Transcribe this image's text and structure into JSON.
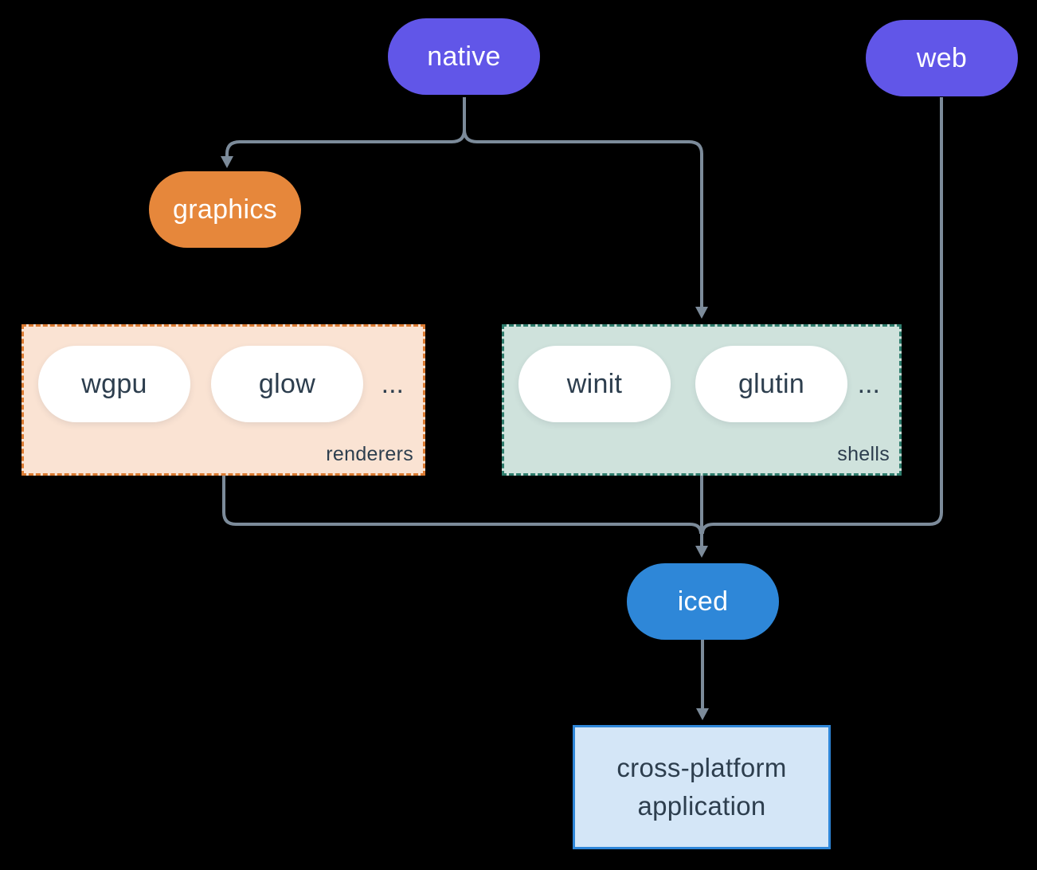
{
  "colors": {
    "background": "#000000",
    "purple": "#6156e8",
    "orange": "#e6873b",
    "blue": "#2e87d8",
    "white": "#ffffff",
    "connector": "#7c8b9a",
    "dark-text": "#2d3e4e",
    "renderers-bg": "#fae3d3",
    "renderers-border": "#db7b32",
    "shells-bg": "#cfe2dc",
    "shells-border": "#2f7d6d",
    "app-bg": "#d4e6f7",
    "app-border": "#2e86d8"
  },
  "nodes": {
    "native": {
      "label": "native"
    },
    "web": {
      "label": "web"
    },
    "graphics": {
      "label": "graphics"
    },
    "iced": {
      "label": "iced"
    },
    "application": {
      "label": "cross-platform application"
    }
  },
  "groups": {
    "renderers": {
      "label": "renderers",
      "items": [
        "wgpu",
        "glow"
      ],
      "more": "..."
    },
    "shells": {
      "label": "shells",
      "items": [
        "winit",
        "glutin"
      ],
      "more": "..."
    }
  }
}
